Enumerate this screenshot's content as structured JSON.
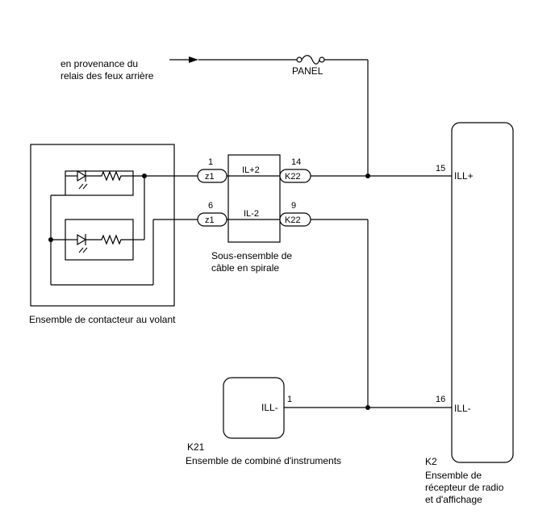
{
  "source": {
    "line1": "en provenance du",
    "line2": "relais des feux arrière"
  },
  "fuse": {
    "label": "PANEL"
  },
  "switch_assembly": {
    "label": "Ensemble de contacteur au volant"
  },
  "spiral_cable": {
    "connector_left": "z1",
    "connector_right": "K22",
    "signal_top": "IL+2",
    "signal_bottom": "IL-2",
    "pin_left_top": "1",
    "pin_left_bottom": "6",
    "pin_right_top": "14",
    "pin_right_bottom": "9",
    "label_line1": "Sous-ensemble de",
    "label_line2": "câble en spirale"
  },
  "instrument_cluster": {
    "code": "K21",
    "label": "Ensemble de combiné d'instruments",
    "pin_label": "ILL-",
    "pin_number": "1"
  },
  "radio_receiver": {
    "code": "K2",
    "label_line1": "Ensemble de",
    "label_line2": "récepteur de radio",
    "label_line3": "et d'affichage",
    "pin_top_label": "ILL+",
    "pin_top_number": "15",
    "pin_bottom_label": "ILL-",
    "pin_bottom_number": "16"
  }
}
